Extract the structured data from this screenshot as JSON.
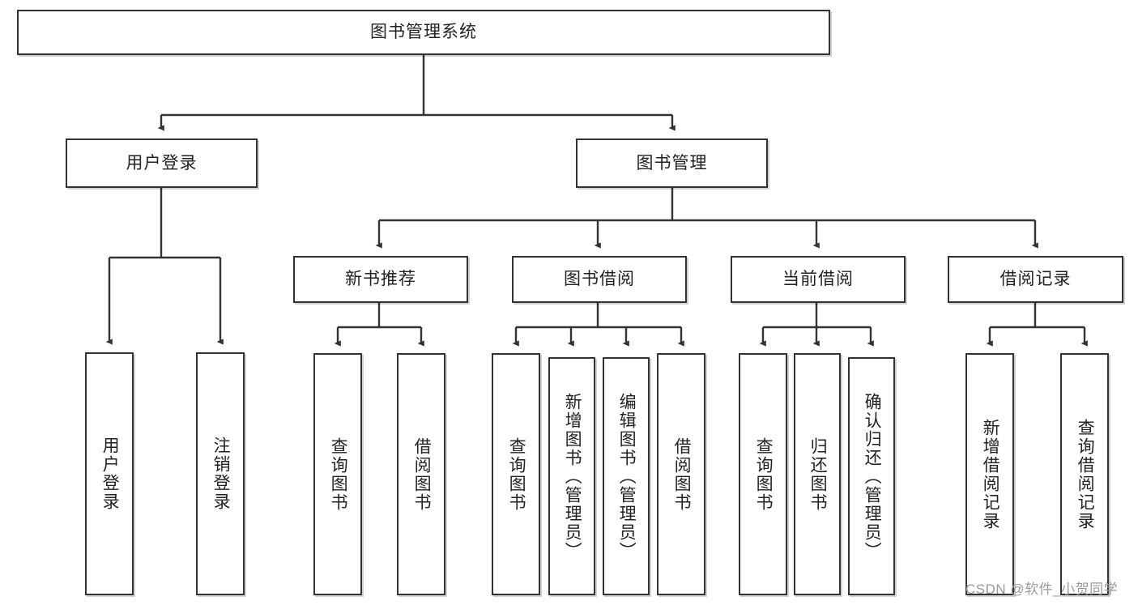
{
  "diagram": {
    "title": "图书管理系统",
    "type": "tree-hierarchy",
    "orientation": "top-down",
    "style": {
      "box_border_color": "#333333",
      "box_fill_color": "#ffffff",
      "edge_color": "#333333",
      "text_color": "#222222",
      "watermark_color": "#9a9a9a"
    },
    "watermark": "CSDN @软件_小贺同学",
    "nodes": {
      "root": {
        "label": "图书管理系统",
        "level": 0
      },
      "l1": [
        {
          "id": "user-login",
          "label": "用户登录",
          "level": 1
        },
        {
          "id": "book-manage",
          "label": "图书管理",
          "level": 1
        }
      ],
      "l2": [
        {
          "id": "new-book-rec",
          "label": "新书推荐",
          "level": 2,
          "parent": "book-manage"
        },
        {
          "id": "book-borrow",
          "label": "图书借阅",
          "level": 2,
          "parent": "book-manage"
        },
        {
          "id": "current-borrow",
          "label": "当前借阅",
          "level": 2,
          "parent": "book-manage"
        },
        {
          "id": "borrow-record",
          "label": "借阅记录",
          "level": 2,
          "parent": "book-manage"
        }
      ],
      "leaves": [
        {
          "id": "leaf-user-login",
          "label": "用户登录",
          "parent": "user-login"
        },
        {
          "id": "leaf-user-logout",
          "label": "注销登录",
          "parent": "user-login"
        },
        {
          "id": "leaf-rec-query",
          "label": "查询图书",
          "parent": "new-book-rec"
        },
        {
          "id": "leaf-rec-borrow",
          "label": "借阅图书",
          "parent": "new-book-rec"
        },
        {
          "id": "leaf-borrow-query",
          "label": "查询图书",
          "parent": "book-borrow"
        },
        {
          "id": "leaf-borrow-add",
          "label": "新增图书（管理员）",
          "parent": "book-borrow"
        },
        {
          "id": "leaf-borrow-edit",
          "label": "编辑图书（管理员）",
          "parent": "book-borrow"
        },
        {
          "id": "leaf-borrow-lend",
          "label": "借阅图书",
          "parent": "book-borrow"
        },
        {
          "id": "leaf-current-query",
          "label": "查询图书",
          "parent": "current-borrow"
        },
        {
          "id": "leaf-current-return",
          "label": "归还图书",
          "parent": "current-borrow"
        },
        {
          "id": "leaf-current-confirm",
          "label": "确认归还（管理员）",
          "parent": "current-borrow"
        },
        {
          "id": "leaf-record-add",
          "label": "新增借阅记录",
          "parent": "borrow-record"
        },
        {
          "id": "leaf-record-query",
          "label": "查询借阅记录",
          "parent": "borrow-record"
        }
      ]
    }
  }
}
